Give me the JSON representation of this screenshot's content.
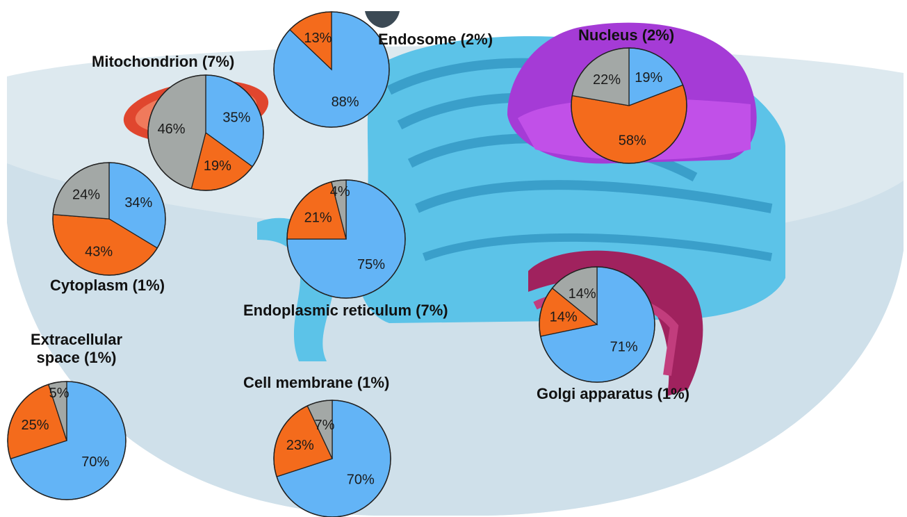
{
  "colors": {
    "blue": "#63b4f6",
    "orange": "#f46b1c",
    "gray": "#a3a8a6",
    "outline": "#222222",
    "cell_fill": "#dde9ef",
    "cell_lower": "#cfe0ea",
    "er_fill": "#5cc3e8",
    "er_dark": "#3a9fca",
    "nucleus": "#a53bd6",
    "nucleus_inner": "#c150e8",
    "golgi": "#a0225e",
    "mito": "#e0462e"
  },
  "chart_data": [
    {
      "type": "pie",
      "id": "endosome",
      "title": "Endosome (2%)",
      "slices": [
        {
          "color": "blue",
          "value": 88,
          "label": "88%"
        },
        {
          "color": "orange",
          "value": 13,
          "label": "13%"
        }
      ]
    },
    {
      "type": "pie",
      "id": "nucleus",
      "title": "Nucleus (2%)",
      "slices": [
        {
          "color": "blue",
          "value": 19,
          "label": "19%"
        },
        {
          "color": "orange",
          "value": 58,
          "label": "58%"
        },
        {
          "color": "gray",
          "value": 22,
          "label": "22%"
        }
      ]
    },
    {
      "type": "pie",
      "id": "mitochondrion",
      "title": "Mitochondrion (7%)",
      "slices": [
        {
          "color": "blue",
          "value": 35,
          "label": "35%"
        },
        {
          "color": "orange",
          "value": 19,
          "label": "19%"
        },
        {
          "color": "gray",
          "value": 46,
          "label": "46%"
        }
      ]
    },
    {
      "type": "pie",
      "id": "cytoplasm",
      "title": "Cytoplasm (1%)",
      "slices": [
        {
          "color": "blue",
          "value": 34,
          "label": "34%"
        },
        {
          "color": "orange",
          "value": 43,
          "label": "43%"
        },
        {
          "color": "gray",
          "value": 24,
          "label": "24%"
        }
      ]
    },
    {
      "type": "pie",
      "id": "endoplasmic-reticulum",
      "title": "Endoplasmic reticulum (7%)",
      "slices": [
        {
          "color": "blue",
          "value": 75,
          "label": "75%"
        },
        {
          "color": "orange",
          "value": 21,
          "label": "21%"
        },
        {
          "color": "gray",
          "value": 4,
          "label": "4%"
        }
      ]
    },
    {
      "type": "pie",
      "id": "golgi-apparatus",
      "title": "Golgi apparatus (1%)",
      "slices": [
        {
          "color": "blue",
          "value": 71,
          "label": "71%"
        },
        {
          "color": "orange",
          "value": 14,
          "label": "14%"
        },
        {
          "color": "gray",
          "value": 14,
          "label": "14%"
        }
      ]
    },
    {
      "type": "pie",
      "id": "extracellular-space",
      "title": "Extracellular space (1%)",
      "slices": [
        {
          "color": "blue",
          "value": 70,
          "label": "70%"
        },
        {
          "color": "orange",
          "value": 25,
          "label": "25%"
        },
        {
          "color": "gray",
          "value": 5,
          "label": "5%"
        }
      ]
    },
    {
      "type": "pie",
      "id": "cell-membrane",
      "title": "Cell membrane (1%)",
      "slices": [
        {
          "color": "blue",
          "value": 70,
          "label": "70%"
        },
        {
          "color": "orange",
          "value": 23,
          "label": "23%"
        },
        {
          "color": "gray",
          "value": 7,
          "label": "7%"
        }
      ]
    }
  ]
}
